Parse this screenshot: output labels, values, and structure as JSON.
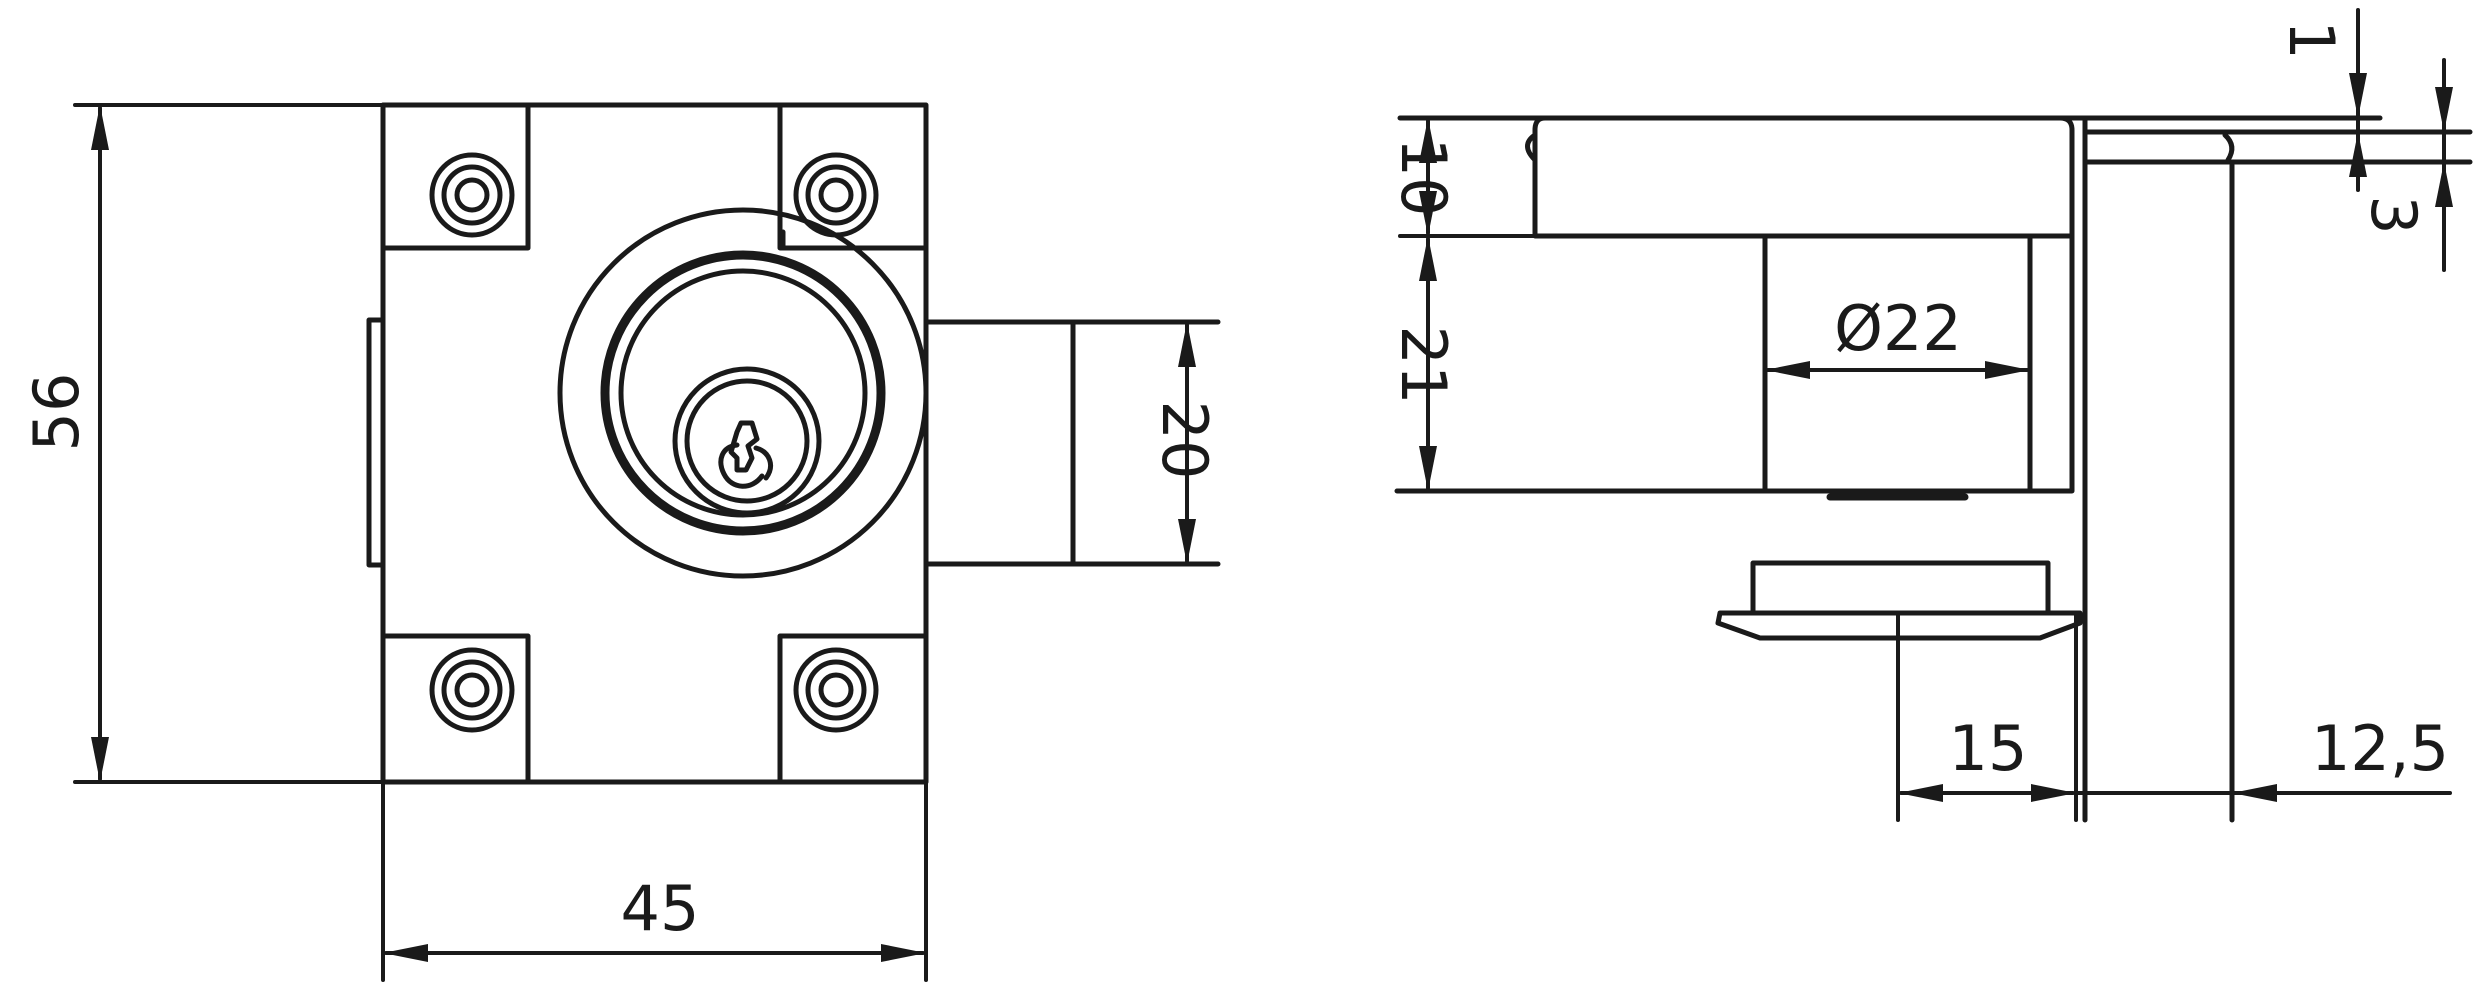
{
  "drawing": {
    "front_view": {
      "dimensions": {
        "height": "56",
        "width": "45",
        "bolt_height": "20"
      }
    },
    "side_view": {
      "dimensions": {
        "upper_height": "10",
        "body_height": "21",
        "diameter": "Ø22",
        "plate_thickness": "1",
        "bolt_thickness": "3",
        "base_depth": "15",
        "bolt_projection": "12,5"
      }
    }
  }
}
